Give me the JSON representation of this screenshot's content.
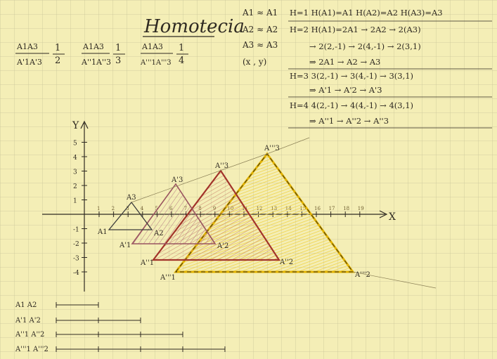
{
  "page": {
    "title": "Homotecia",
    "ratios": [
      {
        "num": "A1A3",
        "den": "A'1A'3",
        "value": "1",
        "den_value": "2"
      },
      {
        "num": "A1A3",
        "den": "A''1A''3",
        "value": "1",
        "den_value": "3"
      },
      {
        "num": "A1A3",
        "den": "A'''1A'''3",
        "value": "1",
        "den_value": "4"
      }
    ],
    "mapping_lines": [
      "A1 ≈ A1",
      "A2 ≈ A2",
      "A3 ≈ A3",
      "(x , y)"
    ],
    "derivation_lines": [
      "H=1   H(A1)=A1   H(A2)=A2   H(A3)=A3",
      "H=2   H(A1)=2A1 → 2A2 → 2(A3)",
      "→ 2(2,-1) → 2(4,-1) → 2(3,1)",
      "⇒ 2A1 → A2 → A3",
      "H=3   3(2,-1) → 3(4,-1) → 3(3,1)",
      "⇒ A'1 → A'2 → A'3",
      "H=4   4(2,-1) → 4(4,-1) → 4(3,1)",
      "⇒ A''1 → A''2 → A''3"
    ],
    "axis_labels": {
      "x": "X",
      "y": "Y"
    },
    "y_ticks": [
      "5",
      "4",
      "3",
      "2",
      "1",
      "-1",
      "-2",
      "-3",
      "-4"
    ],
    "x_ticks": [
      "1",
      "2",
      "3",
      "4",
      "5",
      "6",
      "7",
      "8",
      "9",
      "10",
      "11",
      "12",
      "13",
      "14",
      "15",
      "16",
      "17",
      "18",
      "19"
    ],
    "vertex_labels": [
      "A1",
      "A2",
      "A3",
      "A'1",
      "A'2",
      "A'3",
      "A''1",
      "A''2",
      "A''3",
      "A'''1",
      "A'''2",
      "A'''3"
    ],
    "segment_labels": [
      "A1 A2",
      "A'1 A'2",
      "A''1 A''2",
      "A'''1 A'''2"
    ],
    "colors": {
      "paper": "#f4eeb6",
      "grid": "#c9c59a",
      "ink": "#2f2a22",
      "triangle1": "#3a3a3a",
      "triangle2": "#9a5560",
      "triangle3": "#a2332a",
      "triangle4": "#e2b300"
    }
  }
}
